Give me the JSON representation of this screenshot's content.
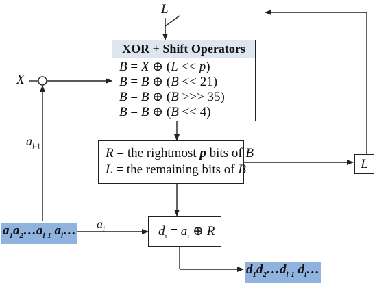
{
  "colors": {
    "header_bg": "#dde6ee",
    "highlight_bg": "#8fb3de",
    "stroke": "#222222"
  },
  "labels": {
    "L_top": "L",
    "X": "X",
    "a_prev": "a",
    "a_prev_sub": "i-1",
    "a_i": "a",
    "a_i_sub": "i",
    "L_right": "L"
  },
  "shift_box": {
    "header": "XOR + Shift Operators",
    "lines": [
      {
        "lhs": "B",
        "eq": " = ",
        "rhs_a": "X",
        "op": " ⊕ (",
        "rhs_b": "L",
        "tail": " << ",
        "rhs_c": "p",
        "end": ")"
      },
      {
        "lhs": "B",
        "eq": " = ",
        "rhs_a": "B",
        "op": " ⊕ (",
        "rhs_b": "B",
        "tail": " << 21)",
        "rhs_c": "",
        "end": ""
      },
      {
        "lhs": "B",
        "eq": " = ",
        "rhs_a": "B",
        "op": " ⊕ (",
        "rhs_b": "B",
        "tail": " >>> 35)",
        "rhs_c": "",
        "end": ""
      },
      {
        "lhs": "B",
        "eq": " = ",
        "rhs_a": "B",
        "op": " ⊕ (",
        "rhs_b": "B",
        "tail": " << 4)",
        "rhs_c": "",
        "end": ""
      }
    ]
  },
  "split_box": {
    "line1": {
      "a": "R",
      "b": " = the rightmost ",
      "c": "p",
      "d": " bits of ",
      "e": "B"
    },
    "line2": {
      "a": "L",
      "b": " = the remaining bits of ",
      "c": "B"
    }
  },
  "out_box": {
    "d": "d",
    "d_sub": "i",
    "eq": " = ",
    "a": "a",
    "a_sub": "i",
    "op": " ⊕ ",
    "r": "R"
  },
  "input_seq": {
    "a1": "a",
    "s1": "1",
    "a2": "a",
    "s2": "2",
    "dots1": "…",
    "a3": "a",
    "s3": "i-1",
    "sp": " ",
    "a4": "a",
    "s4": "i",
    "dots2": "…"
  },
  "output_seq": {
    "a1": "d",
    "s1": "1",
    "a2": "d",
    "s2": "2",
    "dots1": "…",
    "a3": "d",
    "s3": "i-1",
    "sp": " ",
    "a4": "d",
    "s4": "i",
    "dots2": "…"
  }
}
